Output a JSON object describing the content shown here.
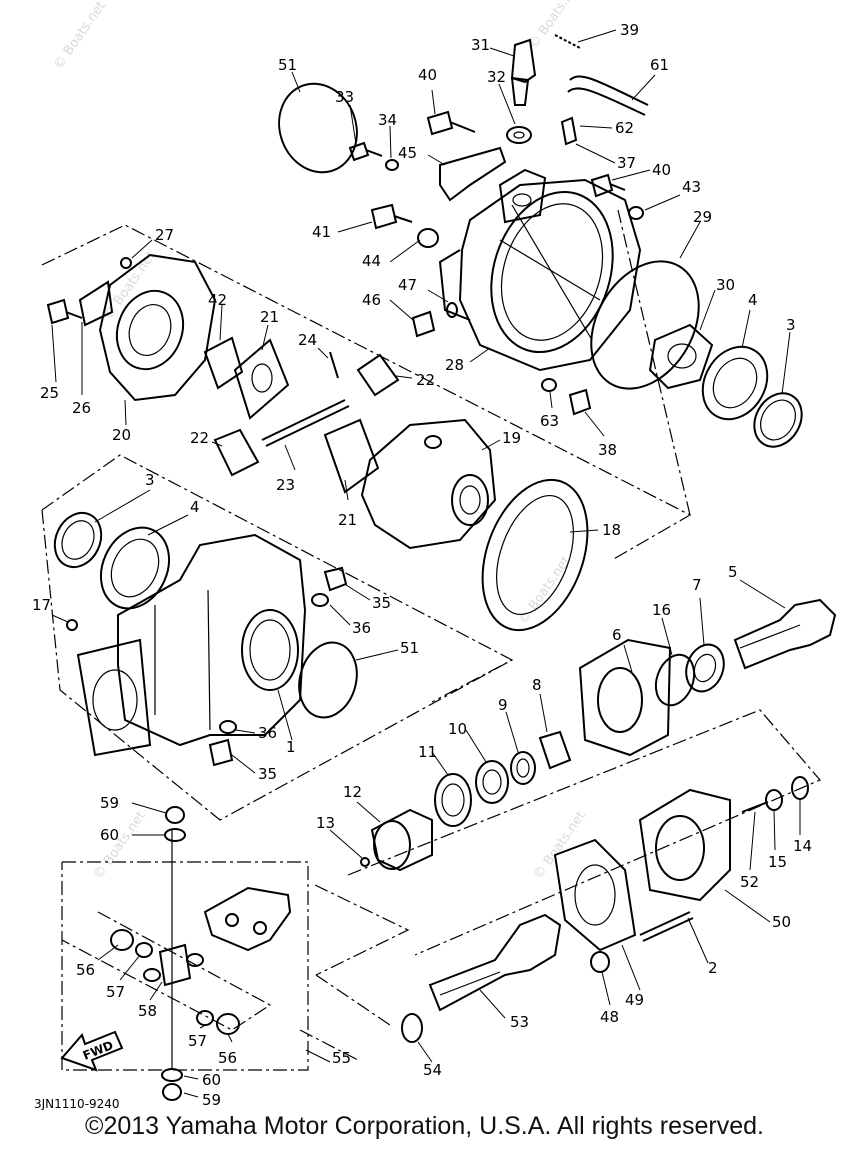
{
  "figure_code": "3JN1110-9240",
  "direction_label": "FWD",
  "watermark": "© Boats.net",
  "copyright": "©2013 Yamaha Motor Corporation, U.S.A. All rights reserved.",
  "callouts": [
    {
      "label": "39"
    },
    {
      "label": "31"
    },
    {
      "label": "61"
    },
    {
      "label": "51"
    },
    {
      "label": "40"
    },
    {
      "label": "32"
    },
    {
      "label": "33"
    },
    {
      "label": "34"
    },
    {
      "label": "62"
    },
    {
      "label": "45"
    },
    {
      "label": "37"
    },
    {
      "label": "40"
    },
    {
      "label": "43"
    },
    {
      "label": "27"
    },
    {
      "label": "41"
    },
    {
      "label": "29"
    },
    {
      "label": "44"
    },
    {
      "label": "42"
    },
    {
      "label": "21"
    },
    {
      "label": "47"
    },
    {
      "label": "30"
    },
    {
      "label": "46"
    },
    {
      "label": "4"
    },
    {
      "label": "3"
    },
    {
      "label": "24"
    },
    {
      "label": "22"
    },
    {
      "label": "28"
    },
    {
      "label": "25"
    },
    {
      "label": "26"
    },
    {
      "label": "20"
    },
    {
      "label": "63"
    },
    {
      "label": "38"
    },
    {
      "label": "22"
    },
    {
      "label": "19"
    },
    {
      "label": "23"
    },
    {
      "label": "3"
    },
    {
      "label": "4"
    },
    {
      "label": "21"
    },
    {
      "label": "18"
    },
    {
      "label": "5"
    },
    {
      "label": "35"
    },
    {
      "label": "7"
    },
    {
      "label": "17"
    },
    {
      "label": "16"
    },
    {
      "label": "6"
    },
    {
      "label": "36"
    },
    {
      "label": "51"
    },
    {
      "label": "8"
    },
    {
      "label": "9"
    },
    {
      "label": "10"
    },
    {
      "label": "1"
    },
    {
      "label": "11"
    },
    {
      "label": "36"
    },
    {
      "label": "12"
    },
    {
      "label": "35"
    },
    {
      "label": "59"
    },
    {
      "label": "60"
    },
    {
      "label": "13"
    },
    {
      "label": "52"
    },
    {
      "label": "15"
    },
    {
      "label": "14"
    },
    {
      "label": "50"
    },
    {
      "label": "2"
    },
    {
      "label": "56"
    },
    {
      "label": "57"
    },
    {
      "label": "58"
    },
    {
      "label": "49"
    },
    {
      "label": "48"
    },
    {
      "label": "53"
    },
    {
      "label": "57"
    },
    {
      "label": "56"
    },
    {
      "label": "55"
    },
    {
      "label": "54"
    },
    {
      "label": "60"
    },
    {
      "label": "59"
    }
  ]
}
